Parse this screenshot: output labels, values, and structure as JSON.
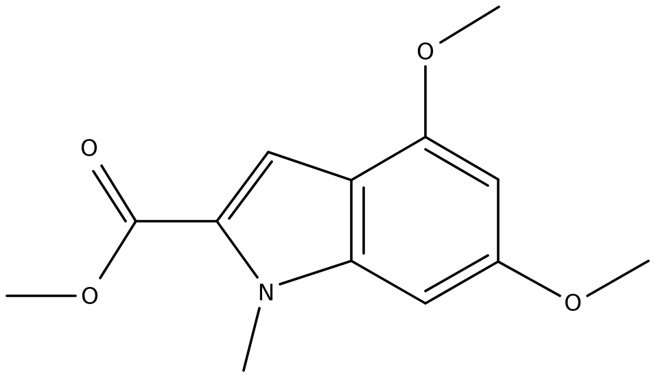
{
  "molecule": {
    "atoms": {
      "o_carbonyl": "O",
      "o_ester": "O",
      "n_ring": "N",
      "o_methoxy_4": "O",
      "o_methoxy_6": "O"
    },
    "colors": {
      "bond": "#000000",
      "label": "#000000",
      "background": "#ffffff"
    }
  }
}
